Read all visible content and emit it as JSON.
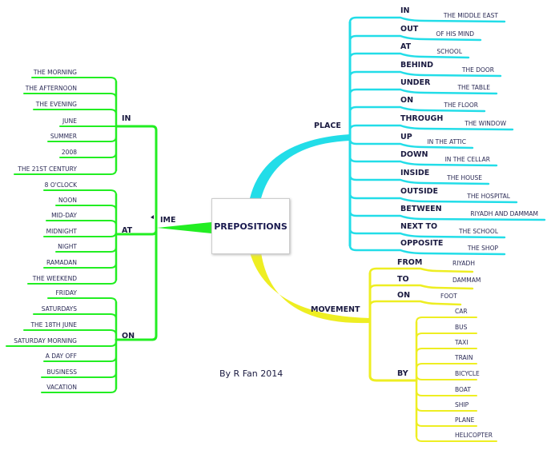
{
  "colors": {
    "time": "#22ee22",
    "place": "#22dde8",
    "movement": "#eeee22",
    "text": "#1a1a40"
  },
  "center": {
    "title": "PREPOSITIONS"
  },
  "credit": "By R Fan 2014",
  "time": {
    "label": "IME",
    "branches": [
      {
        "label": "IN",
        "items": [
          "THE MORNING",
          "THE AFTERNOON",
          "THE EVENING",
          "JUNE",
          "SUMMER",
          "2008",
          "THE 21ST CENTURY"
        ]
      },
      {
        "label": "AT",
        "items": [
          "8 O'CLOCK",
          "NOON",
          "MID-DAY",
          "MIDNIGHT",
          "NIGHT",
          "RAMADAN",
          "THE WEEKEND"
        ]
      },
      {
        "label": "ON",
        "items": [
          "FRIDAY",
          "SATURDAYS",
          "THE 18TH JUNE",
          "SATURDAY MORNING",
          "A DAY OFF",
          "BUSINESS",
          "VACATION"
        ]
      }
    ]
  },
  "place": {
    "label": "PLACE",
    "items": [
      {
        "prep": "IN",
        "object": "THE MIDDLE EAST"
      },
      {
        "prep": "OUT",
        "object": "OF HIS MIND"
      },
      {
        "prep": "AT",
        "object": "SCHOOL"
      },
      {
        "prep": "BEHIND",
        "object": "THE DOOR"
      },
      {
        "prep": "UNDER",
        "object": "THE TABLE"
      },
      {
        "prep": "ON",
        "object": "THE FLOOR"
      },
      {
        "prep": "THROUGH",
        "object": "THE WINDOW"
      },
      {
        "prep": "UP",
        "object": "IN THE ATTIC"
      },
      {
        "prep": "DOWN",
        "object": "IN THE CELLAR"
      },
      {
        "prep": "INSIDE",
        "object": "THE HOUSE"
      },
      {
        "prep": "OUTSIDE",
        "object": "THE HOSPITAL"
      },
      {
        "prep": "BETWEEN",
        "object": "RIYADH AND DAMMAM"
      },
      {
        "prep": "NEXT TO",
        "object": "THE SCHOOL"
      },
      {
        "prep": "OPPOSITE",
        "object": "THE SHOP"
      }
    ]
  },
  "movement": {
    "label": "MOVEMENT",
    "items": [
      {
        "prep": "FROM",
        "object": "RIYADH"
      },
      {
        "prep": "TO",
        "object": "DAMMAM"
      },
      {
        "prep": "ON",
        "object": "FOOT"
      }
    ],
    "by": {
      "label": "BY",
      "items": [
        "CAR",
        "BUS",
        "TAXI",
        "TRAIN",
        "BICYCLE",
        "BOAT",
        "SHIP",
        "PLANE",
        "HELICOPTER"
      ]
    }
  }
}
